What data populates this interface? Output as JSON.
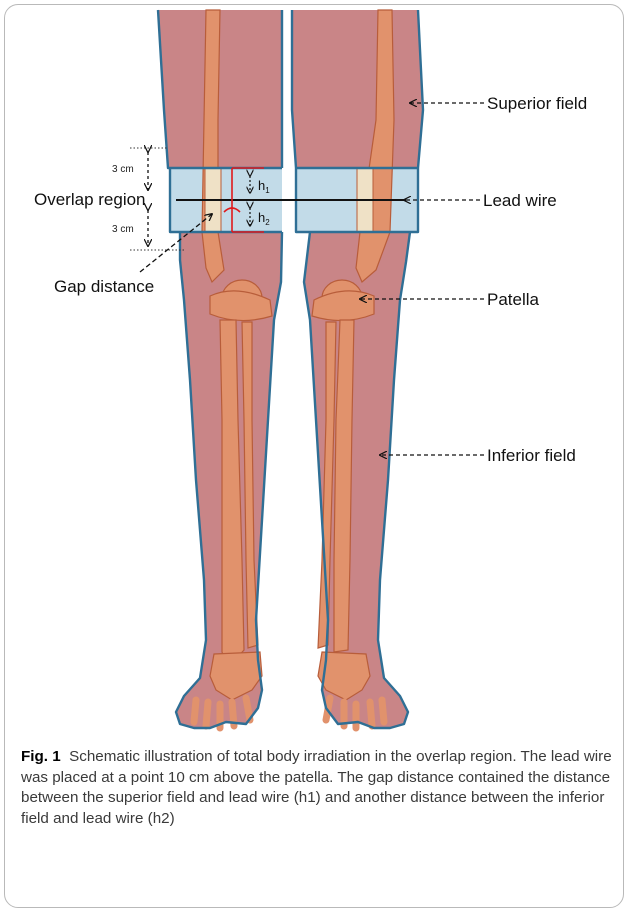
{
  "figure": {
    "labels": {
      "superior_field": "Superior field",
      "lead_wire": "Lead wire",
      "patella": "Patella",
      "inferior_field": "Inferior field",
      "overlap_region": "Overlap region",
      "gap_distance": "Gap distance",
      "cm_top": "3 cm",
      "cm_bottom": "3 cm",
      "h1_base": "h",
      "h1_sub": "1",
      "h2_base": "h",
      "h2_sub": "2"
    },
    "colors": {
      "field_fill": "#c98587",
      "overlap_fill": "#c2dbe8",
      "outline": "#2f6f95",
      "bone": "#e1926c",
      "bone_dark": "#b85d3a",
      "gap_marker": "#e0191c"
    }
  },
  "caption": {
    "label": "Fig. 1",
    "text": "Schematic illustration of total body irradiation in the overlap region. The lead wire was placed at a point 10 cm above the patella. The gap distance contained the distance between the superior field and lead wire (h1) and another distance between the inferior field and lead wire (h2)"
  }
}
